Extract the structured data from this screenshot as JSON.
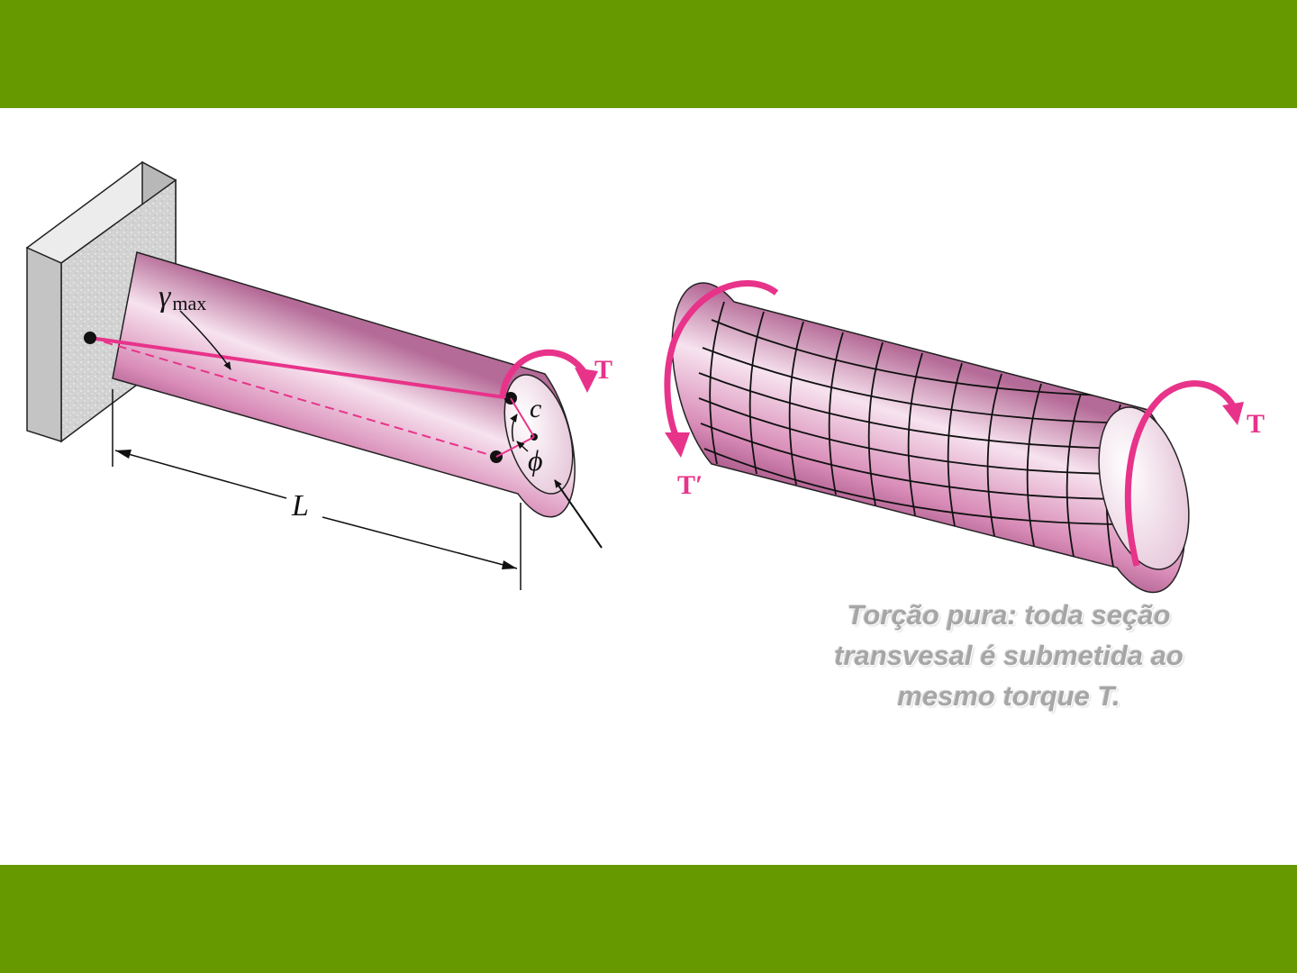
{
  "colors": {
    "band": "#669900",
    "accent": "#e8338a",
    "caption": "#a6a6a6"
  },
  "left_figure": {
    "labels": {
      "gamma": "γ",
      "gamma_subscript": "max",
      "radius": "c",
      "angle": "ϕ",
      "length": "L",
      "torque": "T"
    }
  },
  "right_figure": {
    "labels": {
      "torque_left": "T′",
      "torque_right": "T"
    }
  },
  "caption": {
    "line1": "Torção pura: toda seção",
    "line2": "transvesal é submetida ao",
    "line3": "mesmo torque T."
  }
}
